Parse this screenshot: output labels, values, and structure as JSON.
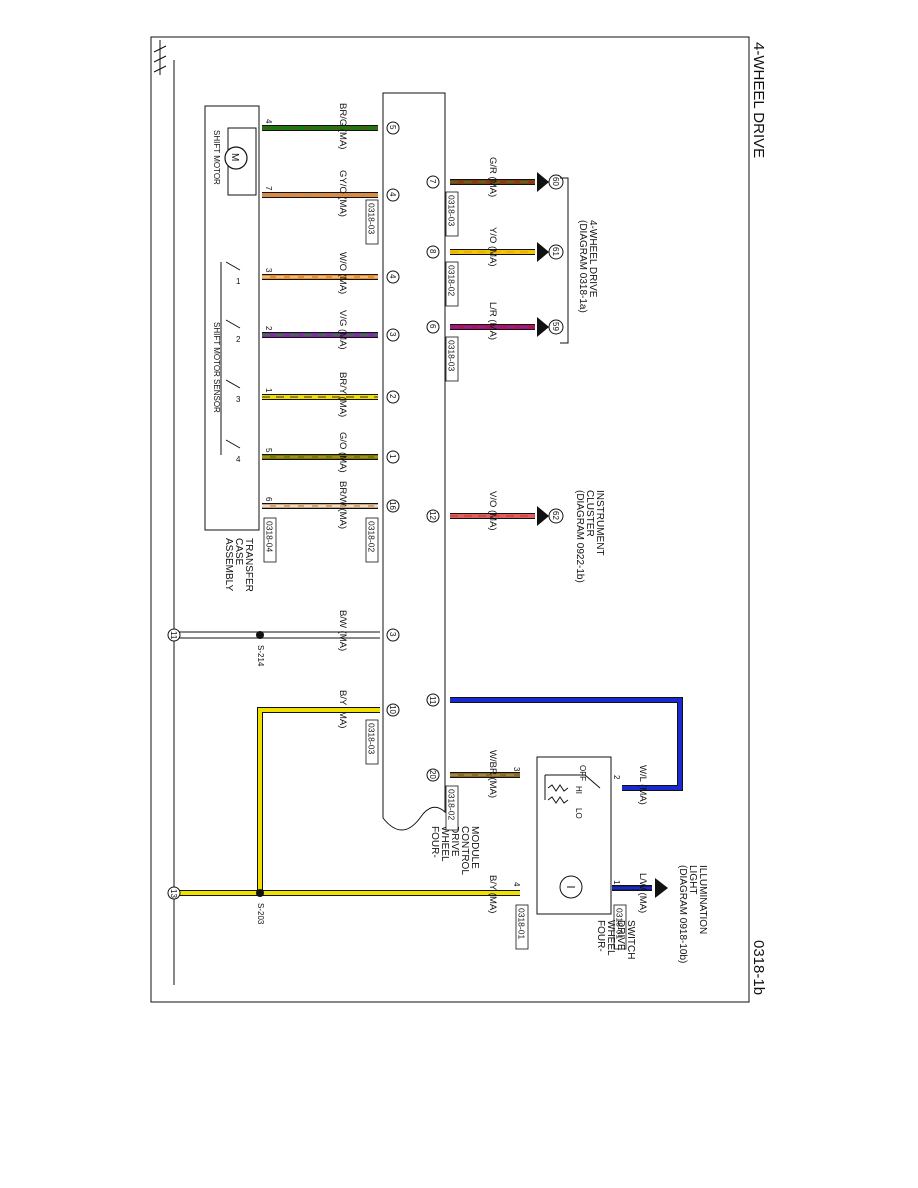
{
  "page": {
    "title": "4-WHEEL DRIVE",
    "diagram_number": "0318-1b"
  },
  "components": {
    "module": [
      "FOUR-",
      "WHEEL",
      "DRIVE",
      "CONTROL",
      "MODULE"
    ],
    "transfer_case": [
      "TRANSFER",
      "CASE",
      "ASSEMBLY"
    ],
    "shift_motor": "SHIFT MOTOR",
    "shift_motor_sensor": "SHIFT MOTOR SENSOR",
    "switch": [
      "FOUR-",
      "WHEEL",
      "DRIVE",
      "SWITCH"
    ],
    "switch_positions": [
      "OFF",
      "HI",
      "LO"
    ],
    "motor_symbol": "M",
    "sensor_contacts": [
      "1",
      "2",
      "3",
      "4"
    ],
    "ref_4wd": [
      "4-WHEEL DRIVE",
      "(DIAGRAM 0318-1a)"
    ],
    "ref_cluster": [
      "INSTRUMENT",
      "CLUSTER",
      "(DIAGRAM 0922-1b)"
    ],
    "ref_illum": [
      "ILLUMINATION",
      "LIGHT",
      "(DIAGRAM 0918-10b)"
    ]
  },
  "splices": [
    "S-214",
    "S-203"
  ],
  "ground_points": [
    "11",
    "13"
  ],
  "connectors": [
    "0318-03",
    "0318-02",
    "0318-03",
    "0318-03",
    "0318-02",
    "0318-04",
    "0318-03",
    "0318-02",
    "0318-01",
    "0318-01"
  ],
  "left_wires": [
    {
      "label": "BR/G (MA)",
      "module_pin": "5",
      "end_pin": "4",
      "colors": [
        "#1a7a10",
        "#6b4a1e"
      ]
    },
    {
      "label": "GY/O (MA)",
      "module_pin": "4",
      "end_pin": "7",
      "colors": [
        "#e08a3c",
        "#b8916a"
      ]
    },
    {
      "label": "W/O (MA)",
      "module_pin": "4",
      "end_pin": "3",
      "colors": [
        "#e8902c",
        "#f6d7a8"
      ]
    },
    {
      "label": "V/G (MA)",
      "module_pin": "3",
      "end_pin": "2",
      "colors": [
        "#7a2ea0",
        "#2a8a2a"
      ]
    },
    {
      "label": "BR/Y (MA)",
      "module_pin": "2",
      "end_pin": "1",
      "colors": [
        "#f0e000",
        "#6b4a1e"
      ]
    },
    {
      "label": "G/O (MA)",
      "module_pin": "1",
      "end_pin": "5",
      "colors": [
        "#7a7a00",
        "#c89a20"
      ]
    },
    {
      "label": "BR/W (MA)",
      "module_pin": "16",
      "end_pin": "6",
      "colors": [
        "#caa47a",
        "#ffffff"
      ]
    },
    {
      "label": "B/W (MA)",
      "module_pin": "3",
      "end_pin": "",
      "colors": [
        "#111111",
        "#ffffff"
      ]
    },
    {
      "label": "B/Y (MA)",
      "module_pin": "10",
      "end_pin": "",
      "colors": [
        "#f0e000",
        "#111111"
      ]
    }
  ],
  "right_wires": [
    {
      "label": "G/R (MA)",
      "module_pin": "7",
      "end_pin": "60",
      "colors": [
        "#8a3a10",
        "#2a8a2a"
      ]
    },
    {
      "label": "Y/O (MA)",
      "module_pin": "8",
      "end_pin": "61",
      "colors": [
        "#f0c800",
        "#f09a20"
      ]
    },
    {
      "label": "L/R (MA)",
      "module_pin": "6",
      "end_pin": "59",
      "colors": [
        "#b01060",
        "#7a2ea0"
      ]
    },
    {
      "label": "V/O (MA)",
      "module_pin": "12",
      "end_pin": "62",
      "colors": [
        "#e06060",
        "#c04040"
      ]
    },
    {
      "label": "W/BR (MA)",
      "module_pin": "20",
      "end_pin": "3",
      "colors": [
        "#8a6a20",
        "#b8916a"
      ]
    }
  ],
  "w_l_wire": {
    "label": "W/L (MA)",
    "module_pin": "11",
    "switch_pin": "2"
  },
  "l_w_wire": {
    "label": "L/W (MA)",
    "switch_pin": "1"
  },
  "switch_by": {
    "label": "B/Y (MA)",
    "switch_pin": "4"
  }
}
